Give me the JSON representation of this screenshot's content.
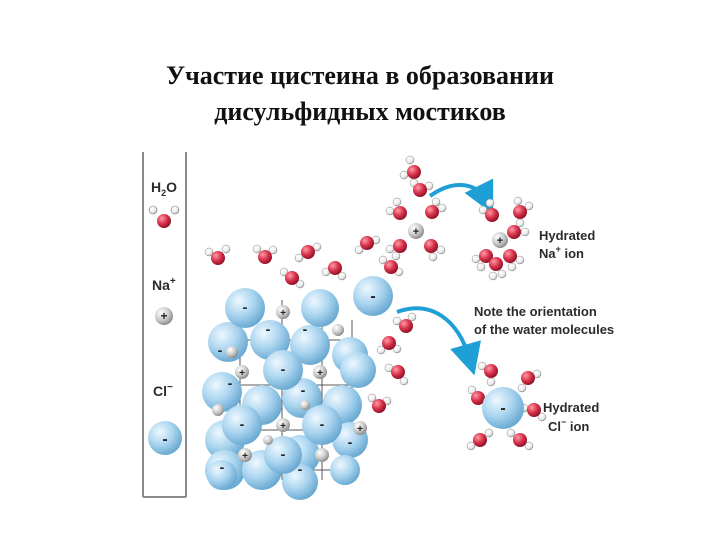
{
  "title": {
    "line1": "Участие цистеина в образовании",
    "line2": "дисульфидных мостиков"
  },
  "legend": {
    "water_label": "H2O",
    "water_main": "H",
    "water_sub": "2",
    "water_tail": "O",
    "sodium_label": "Na",
    "sodium_sup": "+",
    "chloride_label": "Cl",
    "chloride_sup": "−",
    "plus": "+",
    "minus": "-"
  },
  "annotations": {
    "hydrated_na_line1": "Hydrated",
    "hydrated_na_line2": "Na",
    "hydrated_na_sup": "+",
    "hydrated_na_ion": " ion",
    "note_line1": "Note the orientation",
    "note_line2": "of the water molecules",
    "hydrated_cl_line1": "Hydrated",
    "hydrated_cl_line2": "Cl",
    "hydrated_cl_sup": "−",
    "hydrated_cl_ion": " ion"
  },
  "colors": {
    "chloride": "#a9d4ef",
    "sodium": "#c9c9c9",
    "oxygen": "#d8324a",
    "hydrogen": "#f2f2f2",
    "arrow": "#1e9fd6",
    "legend_border": "#8a8a8a"
  }
}
